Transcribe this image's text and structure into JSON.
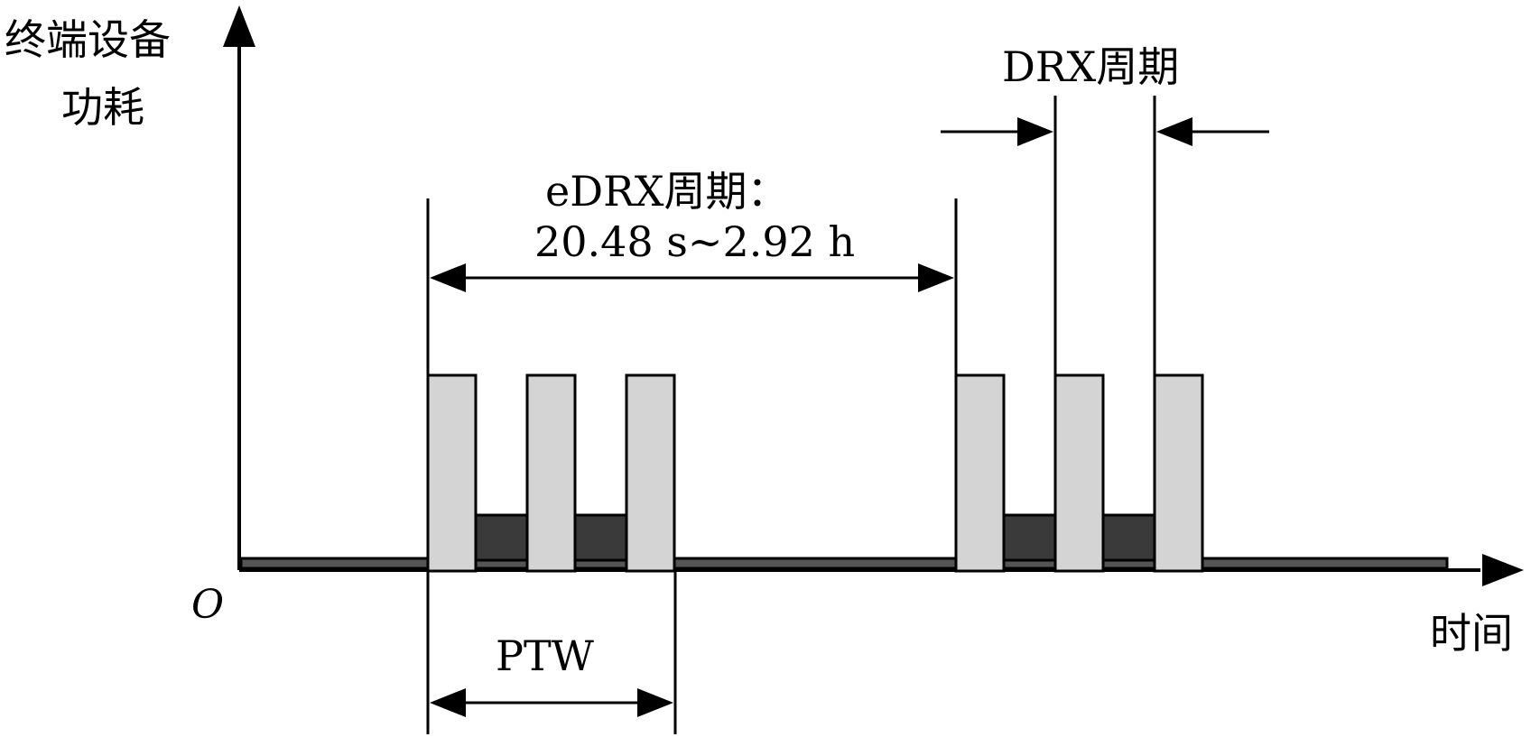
{
  "axes": {
    "y_label_line1": "终端设备",
    "y_label_line2": "功耗",
    "x_label": "时间",
    "origin": "O"
  },
  "annotations": {
    "edrx_line1": "eDRX周期：",
    "edrx_line2": "20.48 s~2.92 h",
    "drx": "DRX周期",
    "ptw": "PTW"
  },
  "colors": {
    "line": "#000000",
    "pulse_fill": "#d4d4d4",
    "low_level_fill": "#3a3a3a",
    "baseline_fill": "#555555"
  },
  "icons": {
    "y_axis_arrow": "arrow-up-icon",
    "x_axis_arrow": "arrow-right-icon"
  }
}
